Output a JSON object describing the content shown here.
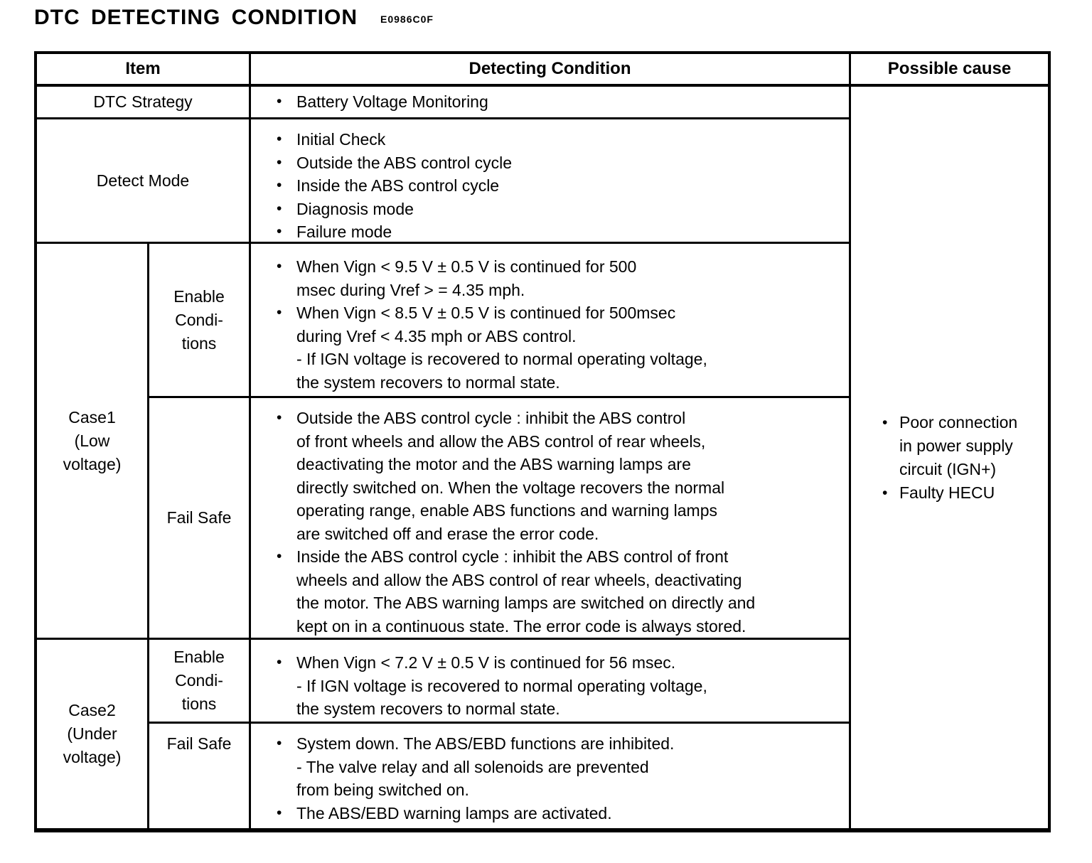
{
  "page": {
    "title": "DTC DETECTING CONDITION",
    "code": "E0986C0F"
  },
  "glyphs": {
    "bullet": "•"
  },
  "table": {
    "headers": {
      "item": "Item",
      "condition": "Detecting Condition",
      "cause": "Possible cause"
    },
    "rows": {
      "dtc_strategy": {
        "label": "DTC Strategy",
        "items": [
          "Battery Voltage Monitoring"
        ]
      },
      "detect_mode": {
        "label": "Detect Mode",
        "items": [
          "Initial Check",
          "Outside the ABS control cycle",
          "Inside the ABS control cycle",
          "Diagnosis mode",
          "Failure mode"
        ]
      },
      "case1": {
        "label": "Case1\n(Low\nvoltage)",
        "enable": {
          "label": "Enable\nCondi-\ntions",
          "items": [
            "When Vign < 9.5 V ± 0.5 V is continued for 500\nmsec during Vref > = 4.35 mph.",
            "When Vign < 8.5 V ± 0.5 V is continued for 500msec\nduring Vref < 4.35 mph or ABS control.\n- If IGN voltage is recovered to normal operating voltage,\nthe system recovers to normal state."
          ]
        },
        "fail_safe": {
          "label": "Fail Safe",
          "items": [
            "Outside the ABS control cycle : inhibit the ABS control\nof front wheels and allow the ABS control of rear wheels,\ndeactivating the motor and the ABS warning lamps are\ndirectly switched on. When the voltage recovers the normal\noperating range, enable ABS functions and warning lamps\nare switched off and erase the error code.",
            "Inside the ABS control cycle : inhibit the ABS control of front\nwheels and allow the ABS control of rear wheels, deactivating\nthe motor. The ABS warning lamps are switched on directly and\nkept on in a continuous state. The error code is always stored."
          ]
        }
      },
      "case2": {
        "label": "Case2\n(Under\nvoltage)",
        "enable": {
          "label": "Enable\nCondi-\ntions",
          "items": [
            "When Vign < 7.2 V ± 0.5 V is continued for 56 msec.\n- If IGN voltage is recovered to normal operating voltage,\nthe system recovers to normal state."
          ]
        },
        "fail_safe": {
          "label": "Fail Safe",
          "items": [
            "System down. The ABS/EBD functions are inhibited.\n- The valve relay and all solenoids are prevented\nfrom being switched on.",
            "The ABS/EBD warning lamps are activated."
          ]
        }
      }
    },
    "possible_cause": {
      "items": [
        "Poor connection\nin power supply\ncircuit (IGN+)",
        "Faulty HECU"
      ]
    }
  }
}
